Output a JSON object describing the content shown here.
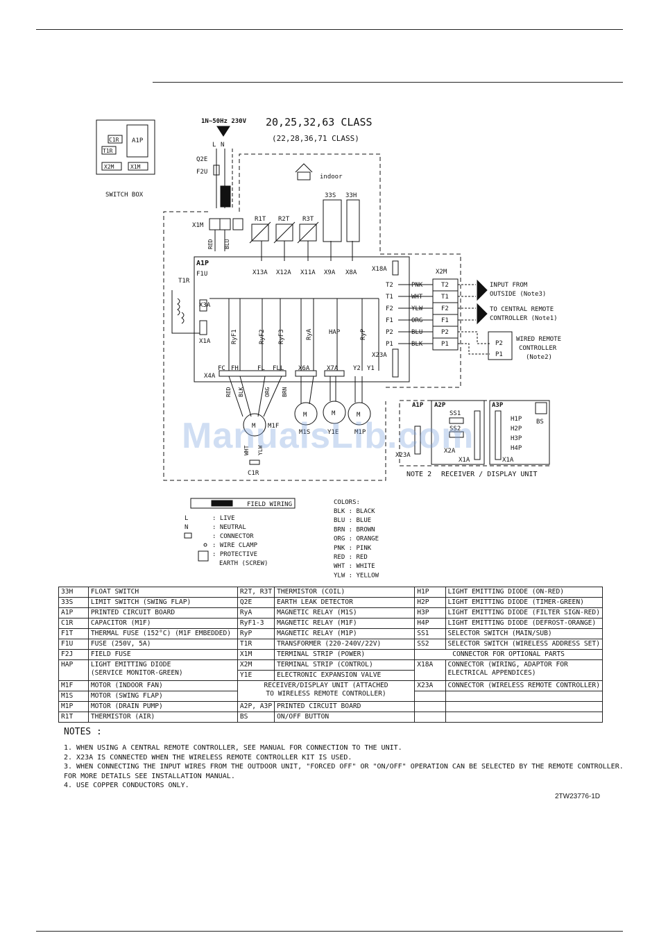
{
  "header": {
    "class_title": "20,25,32,63 CLASS",
    "class_subtitle": "(22,28,36,71 CLASS)",
    "power": "1N~50Hz 230V",
    "indoor": "indoor"
  },
  "switch_box": {
    "label": "SWITCH BOX",
    "c1r": "C1R",
    "t1r": "T1R",
    "a1p": "A1P",
    "x2m": "X2M",
    "x1m": "X1M"
  },
  "labels": {
    "L": "L",
    "N": "N",
    "Q2E": "Q2E",
    "F2U": "F2U",
    "X1M": "X1M",
    "RED": "RED",
    "BLU": "BLU",
    "R1T": "R1T",
    "R2T": "R2T",
    "R3T": "R3T",
    "S3S": "33S",
    "S3H": "33H",
    "X13A": "X13A",
    "X12A": "X12A",
    "X11A": "X11A",
    "X9A": "X9A",
    "X8A": "X8A",
    "X18A": "X18A",
    "A1P": "A1P",
    "F1U": "F1U",
    "T1R": "T1R",
    "X3A": "X3A",
    "X1A": "X1A",
    "X2M": "X2M",
    "X23A": "X23A",
    "X4A": "X4A",
    "RyF1": "RyF1",
    "RyF2": "RyF2",
    "RyF3": "RyF3",
    "RyA": "RyA",
    "RyP": "RyP",
    "HAP": "HAP",
    "FC": "FC",
    "FH": "FH",
    "FL": "FL",
    "FLL": "FLL",
    "X6A": "X6A",
    "X7A": "X7A",
    "Y2": "Y2",
    "Y1": "Y1",
    "BLK": "BLK",
    "ORG": "ORG",
    "BRN": "BRN",
    "M1F": "M1F",
    "M1S": "M1S",
    "Y1E": "Y1E",
    "M1P": "M1P",
    "C1R": "C1R",
    "WHT": "WHT",
    "YLW": "YLW",
    "M": "M"
  },
  "terminals": [
    {
      "pin": "T2",
      "color": "PNK",
      "term": "T2"
    },
    {
      "pin": "T1",
      "color": "WHT",
      "term": "T1"
    },
    {
      "pin": "F2",
      "color": "YLW",
      "term": "F2"
    },
    {
      "pin": "F1",
      "color": "ORG",
      "term": "F1"
    },
    {
      "pin": "P2",
      "color": "BLU",
      "term": "P2"
    },
    {
      "pin": "P1",
      "color": "BLK",
      "term": "P1"
    }
  ],
  "side_notes": {
    "input1": "INPUT FROM",
    "input2": "OUTSIDE (Note3)",
    "central1": "TO CENTRAL REMOTE",
    "central2": "CONTROLLER (Note1)",
    "wired1": "WIRED REMOTE",
    "wired2": "CONTROLLER",
    "wired3": "(Note2)",
    "wp2": "P2",
    "wp1": "P1"
  },
  "receiver": {
    "a1p": "A1P",
    "a2p": "A2P",
    "a3p": "A3P",
    "ss1": "SS1",
    "ss2": "SS2",
    "bs": "BS",
    "h1p": "H1P",
    "h2p": "H2P",
    "h3p": "H3P",
    "h4p": "H4P",
    "x23a": "X23A",
    "x2a": "X2A",
    "x1a1": "X1A",
    "x1a2": "X1A",
    "note2": "NOTE 2",
    "unit": "RECEIVER / DISPLAY UNIT"
  },
  "legend": {
    "field_wiring": "FIELD WIRING",
    "items": [
      {
        "sym": "L",
        "desc": ": LIVE"
      },
      {
        "sym": "N",
        "desc": ": NEUTRAL"
      },
      {
        "sym": "",
        "desc": ": CONNECTOR"
      },
      {
        "sym": "",
        "desc": ": WIRE CLAMP"
      },
      {
        "sym": "",
        "desc": ": PROTECTIVE"
      },
      {
        "sym": "",
        "desc": "EARTH (SCREW)"
      }
    ]
  },
  "colors": {
    "title": "COLORS:",
    "items": [
      "BLK : BLACK",
      "BLU : BLUE",
      "BRN : BROWN",
      "ORG : ORANGE",
      "PNK : PINK",
      "RED : RED",
      "WHT : WHITE",
      "YLW : YELLOW"
    ]
  },
  "components": [
    [
      "33H",
      "FLOAT SWITCH",
      "R2T, R3T",
      "THERMISTOR (COIL)",
      "H1P",
      "LIGHT EMITTING DIODE (ON-RED)"
    ],
    [
      "33S",
      "LIMIT SWITCH (SWING FLAP)",
      "Q2E",
      "EARTH LEAK DETECTOR",
      "H2P",
      "LIGHT EMITTING DIODE (TIMER-GREEN)"
    ],
    [
      "A1P",
      "PRINTED CIRCUIT BOARD",
      "RyA",
      "MAGNETIC RELAY (M1S)",
      "H3P",
      "LIGHT EMITTING DIODE (FILTER SIGN-RED)"
    ],
    [
      "C1R",
      "CAPACITOR (M1F)",
      "RyF1-3",
      "MAGNETIC RELAY (M1F)",
      "H4P",
      "LIGHT EMITTING DIODE (DEFROST-ORANGE)"
    ],
    [
      "F1T",
      "THERMAL FUSE (152°C) (M1F EMBEDDED)",
      "RyP",
      "MAGNETIC RELAY (M1P)",
      "SS1",
      "SELECTOR SWITCH (MAIN/SUB)"
    ],
    [
      "F1U",
      "FUSE (250V, 5A)",
      "T1R",
      "TRANSFORMER (220-240V/22V)",
      "SS2",
      "SELECTOR SWITCH (WIRELESS ADDRESS SET)"
    ]
  ],
  "components2": {
    "r6": [
      "F2J",
      "FIELD FUSE",
      "X1M",
      "TERMINAL STRIP (POWER)",
      "CONNECTOR FOR OPTIONAL PARTS"
    ],
    "hap": [
      "HAP",
      "LIGHT EMITTING DIODE",
      "(SERVICE MONITOR-GREEN)"
    ],
    "r7": [
      "X2M",
      "TERMINAL STRIP (CONTROL)"
    ],
    "r8": [
      "Y1E",
      "ELECTRONIC EXPANSION VALVE"
    ],
    "x18a": [
      "X18A",
      "CONNECTOR (WIRING, ADAPTOR FOR",
      "ELECTRICAL APPENDICES)"
    ],
    "m1f": [
      "M1F",
      "MOTOR (INDOOR FAN)"
    ],
    "recv": [
      "RECEIVER/DISPLAY UNIT (ATTACHED",
      "TO WIRELESS REMOTE CONTROLLER)"
    ],
    "m1s": [
      "M1S",
      "MOTOR (SWING FLAP)"
    ],
    "x23a": [
      "X23A",
      "CONNECTOR (WIRELESS REMOTE CONTROLLER)"
    ],
    "m1p": [
      "M1P",
      "MOTOR (DRAIN PUMP)",
      "A2P, A3P",
      "PRINTED CIRCUIT BOARD"
    ],
    "r1t": [
      "R1T",
      "THERMISTOR (AIR)",
      "BS",
      "ON/OFF BUTTON"
    ]
  },
  "notes": {
    "title": "NOTES :",
    "lines": [
      "1. WHEN USING A CENTRAL REMOTE CONTROLLER, SEE MANUAL FOR CONNECTION TO THE UNIT.",
      "2. X23A IS CONNECTED WHEN THE WIRELESS REMOTE CONTROLLER KIT IS USED.",
      "3. WHEN CONNECTING THE INPUT WIRES FROM THE OUTDOOR UNIT, \"FORCED OFF\" OR \"ON/OFF\" OPERATION CAN BE SELECTED BY THE REMOTE CONTROLLER.",
      "   FOR MORE DETAILS SEE INSTALLATION MANUAL.",
      "4. USE COPPER CONDUCTORS ONLY."
    ]
  },
  "doc_id": "2TW23776-1D",
  "watermark": "ManualsLib.com"
}
